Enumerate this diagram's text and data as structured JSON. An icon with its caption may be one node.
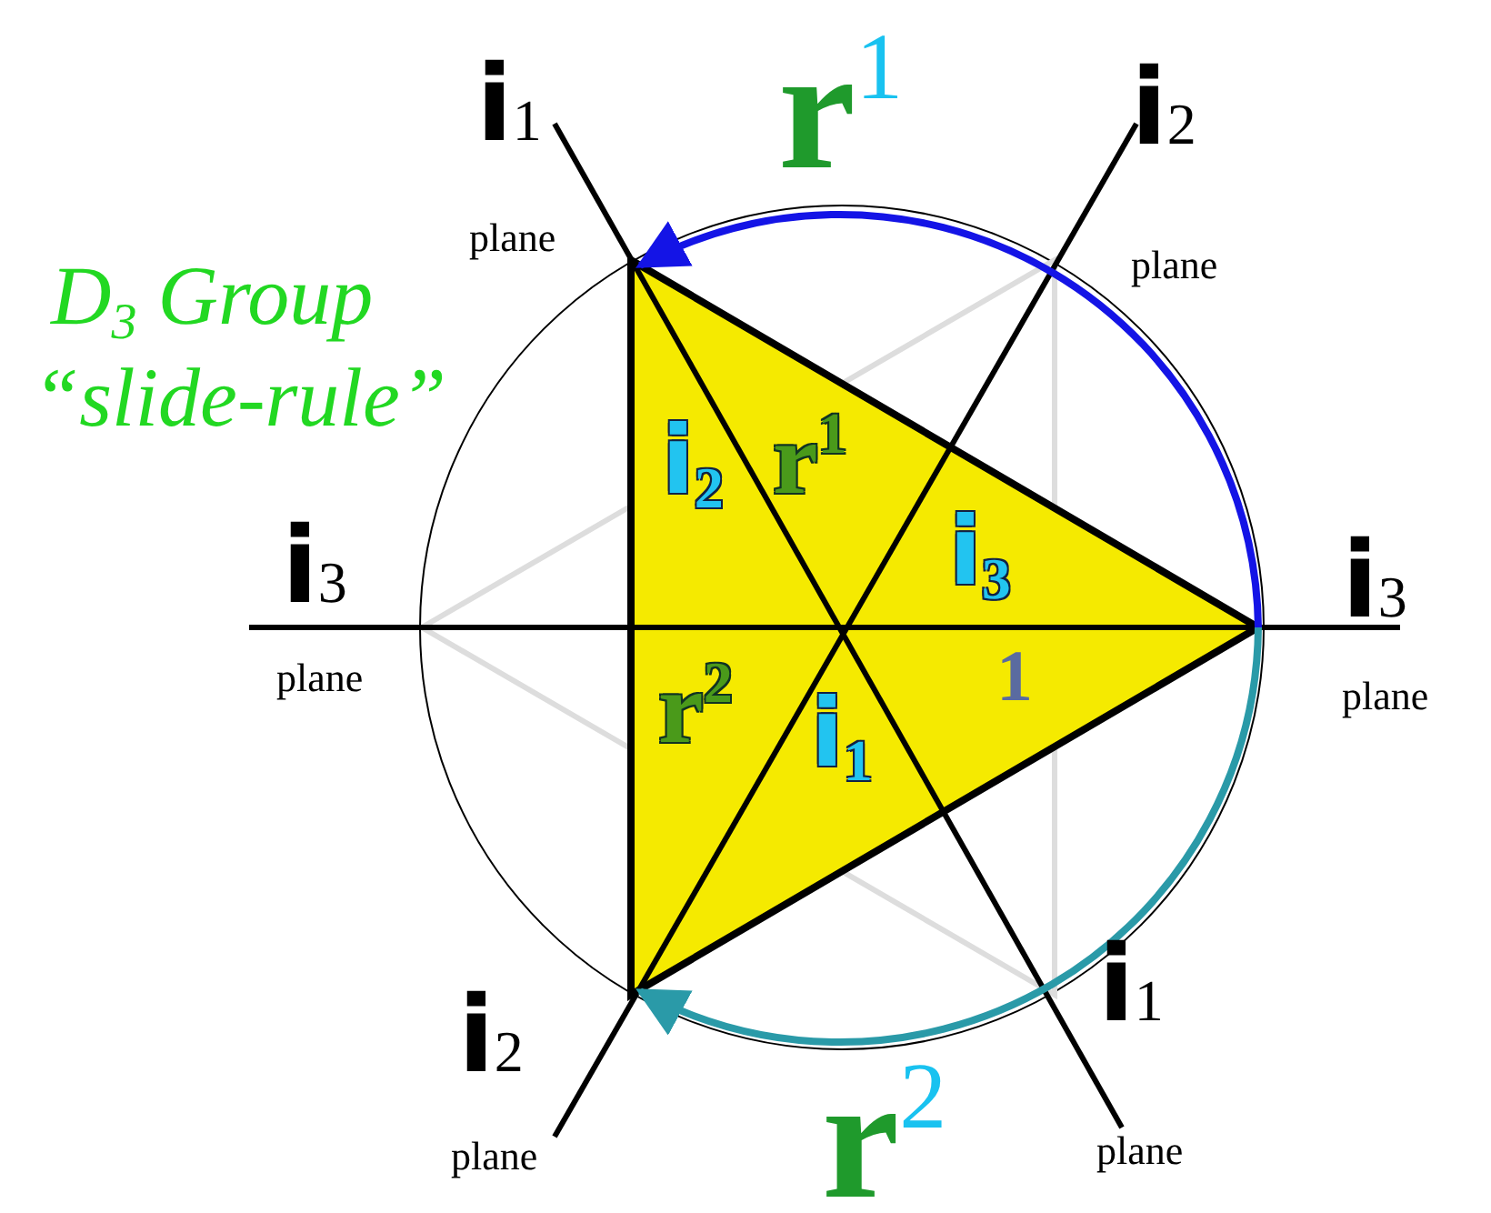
{
  "diagram": {
    "labels": [
      "i$_{1}$",
      "plane",
      "r$^{1}$",
      "i$_{2}$",
      "plane",
      "D$_{3}$ Group",
      "“slide-rule”",
      "i$_{2}$",
      "r$^{1}$",
      "i$_{3}$",
      "i$_{3}$",
      "i$_{3}$",
      "plane",
      "1",
      "plane",
      "r$^{2}$",
      "i$_{1}$",
      "i$_{2}$",
      "i$_{1}$",
      "r$^{2}$",
      "plane",
      "plane"
    ]
  }
}
